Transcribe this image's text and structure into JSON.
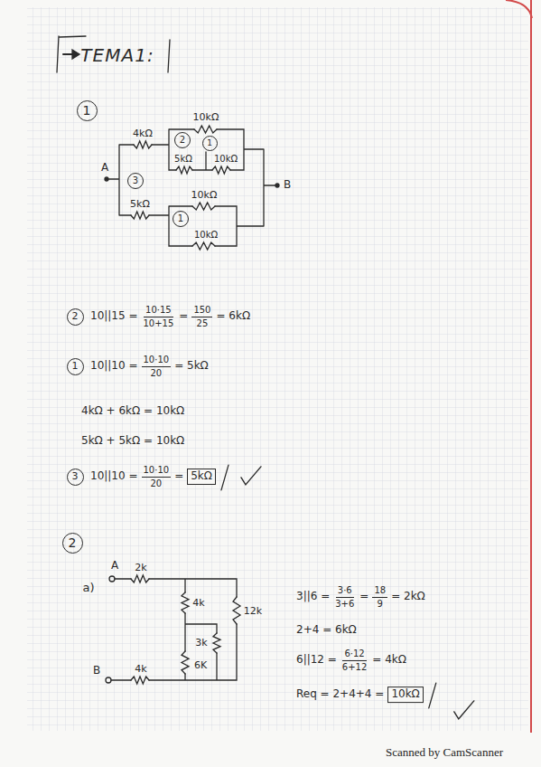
{
  "diagram": {
    "nodes": [
      {
        "text": [
          "1"
        ]
      },
      {
        "text": [
          "2"
        ]
      },
      {
        "text": [
          "1"
        ]
      },
      {
        "text": [
          "3"
        ]
      },
      {
        "text": [
          "1"
        ]
      },
      {
        "text": [
          "2"
        ]
      },
      {
        "text": [
          "1"
        ]
      },
      {
        "text": [
          "3"
        ]
      },
      {
        "text": [
          "2"
        ]
      }
    ],
    "labels": [
      "TEMA1:",
      "A",
      "4kΩ",
      "10kΩ",
      "5kΩ",
      "10kΩ",
      "B",
      "5kΩ",
      "10kΩ",
      "10kΩ",
      "10||15 =",
      "10·15",
      "10+15",
      "=",
      "150",
      "25",
      "= 6kΩ",
      "10||10 =",
      "10·10",
      "20",
      "= 5kΩ",
      "4kΩ + 6kΩ = 10kΩ",
      "5kΩ + 5kΩ = 10kΩ",
      "10||10 =",
      "10·10",
      "20",
      "=",
      "5kΩ",
      "a)",
      "A",
      "2k",
      "4k",
      "12k",
      "3k",
      "6K",
      "B",
      "4k",
      "3||6 =",
      "3·6",
      "3+6",
      "=",
      "18",
      "9",
      "= 2kΩ",
      "2+4 = 6kΩ",
      "6||12 =",
      "6·12",
      "6+12",
      "= 4kΩ",
      "Req = 2+4+4 =",
      "10kΩ",
      "Scanned by CamScanner"
    ]
  }
}
